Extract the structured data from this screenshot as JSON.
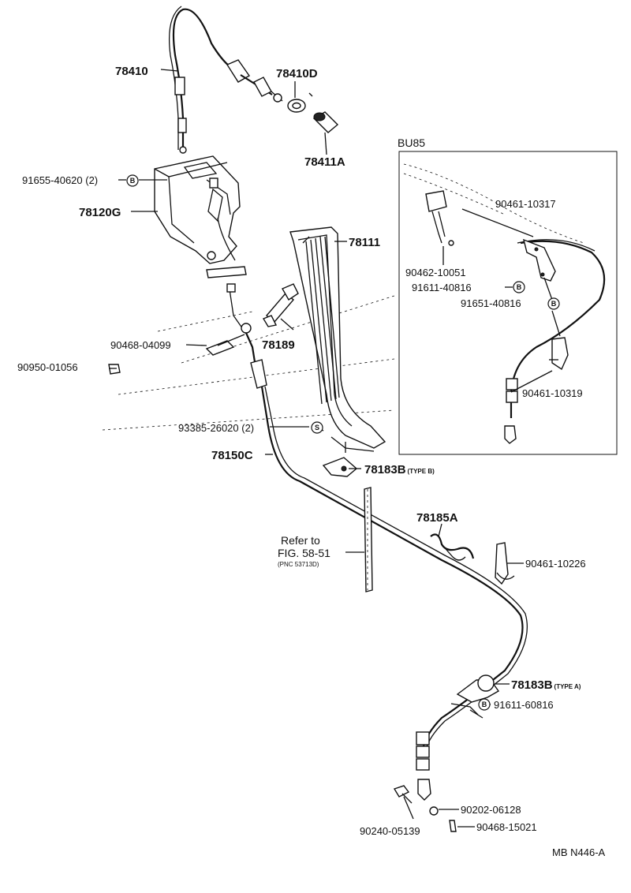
{
  "labels": {
    "p78410": "78410",
    "p78410D": "78410D",
    "p78411A": "78411A",
    "p91655": "91655-40620 (2)",
    "p78120G": "78120G",
    "p78111": "78111",
    "p90468_04099": "90468-04099",
    "p78189": "78189",
    "p90950": "90950-01056",
    "p93385": "93385-26020 (2)",
    "p78150C": "78150C",
    "p78183B_b": "78183B",
    "p78183B_b_type": "(TYPE B)",
    "p78185A": "78185A",
    "p90461_10226": "90461-10226",
    "p78183B_a": "78183B",
    "p78183B_a_type": "(TYPE A)",
    "p91611_60816": "91611-60816",
    "p90202": "90202-06128",
    "p90240": "90240-05139",
    "p90468_15021": "90468-15021",
    "inset_title": "BU85",
    "p90461_10317": "90461-10317",
    "p90462": "90462-10051",
    "p91611_40816": "91611-40816",
    "p91651_40816": "91651-40816",
    "p90461_10319": "90461-10319",
    "refer_line1": "Refer to",
    "refer_line2": "FIG. 58-51",
    "refer_line3": "(PNC 53713D)",
    "figure_code": "MB N446-A"
  },
  "symbols": {
    "bolt_b": "B",
    "screw_s": "S"
  }
}
